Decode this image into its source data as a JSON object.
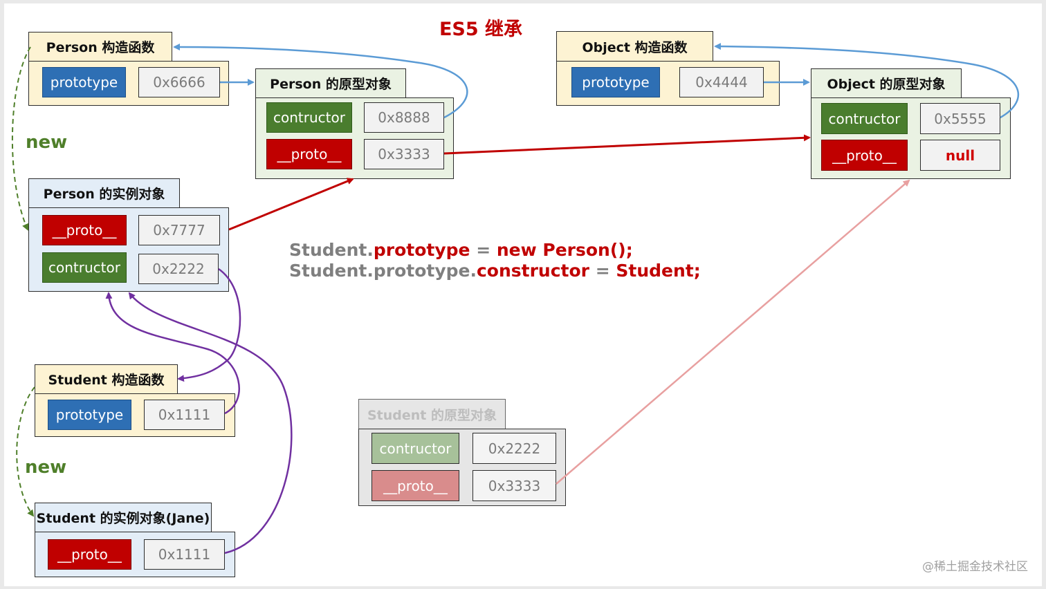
{
  "title": "ES5 继承",
  "code": {
    "line1": {
      "a": "Student.",
      "b": "prototype",
      "c": " = ",
      "d": "new Person();"
    },
    "line2": {
      "a": "Student.prototype.",
      "b": "constructor",
      "c": " = ",
      "d": "Student;"
    }
  },
  "new_labels": {
    "top": "new",
    "bottom": "new"
  },
  "person_ctor": {
    "title": "Person 构造函数",
    "key": "prototype",
    "value": "0x6666"
  },
  "person_proto": {
    "title": "Person 的原型对象",
    "constructor_key": "contructor",
    "constructor_value": "0x8888",
    "proto_key": "__proto__",
    "proto_value": "0x3333"
  },
  "person_instance": {
    "title": "Person 的实例对象",
    "proto_key": "__proto__",
    "proto_value": "0x7777",
    "constructor_key": "contructor",
    "constructor_value": "0x2222"
  },
  "object_ctor": {
    "title": "Object 构造函数",
    "key": "prototype",
    "value": "0x4444"
  },
  "object_proto": {
    "title": "Object 的原型对象",
    "constructor_key": "contructor",
    "constructor_value": "0x5555",
    "proto_key": "__proto__",
    "proto_value": "null"
  },
  "student_ctor": {
    "title": "Student 构造函数",
    "key": "prototype",
    "value": "0x1111"
  },
  "student_instance": {
    "title": "Student 的实例对象(Jane)",
    "proto_key": "__proto__",
    "proto_value": "0x1111"
  },
  "student_proto": {
    "title": "Student 的原型对象",
    "constructor_key": "contructor",
    "constructor_value": "0x2222",
    "proto_key": "__proto__",
    "proto_value": "0x3333"
  },
  "watermark": "@稀土掘金技术社区",
  "colors": {
    "blue_arrow": "#5b9bd5",
    "red_arrow": "#c00000",
    "pink_arrow": "#e8a0a0",
    "green_dashed": "#4f7f2a",
    "purple": "#7030a0"
  }
}
